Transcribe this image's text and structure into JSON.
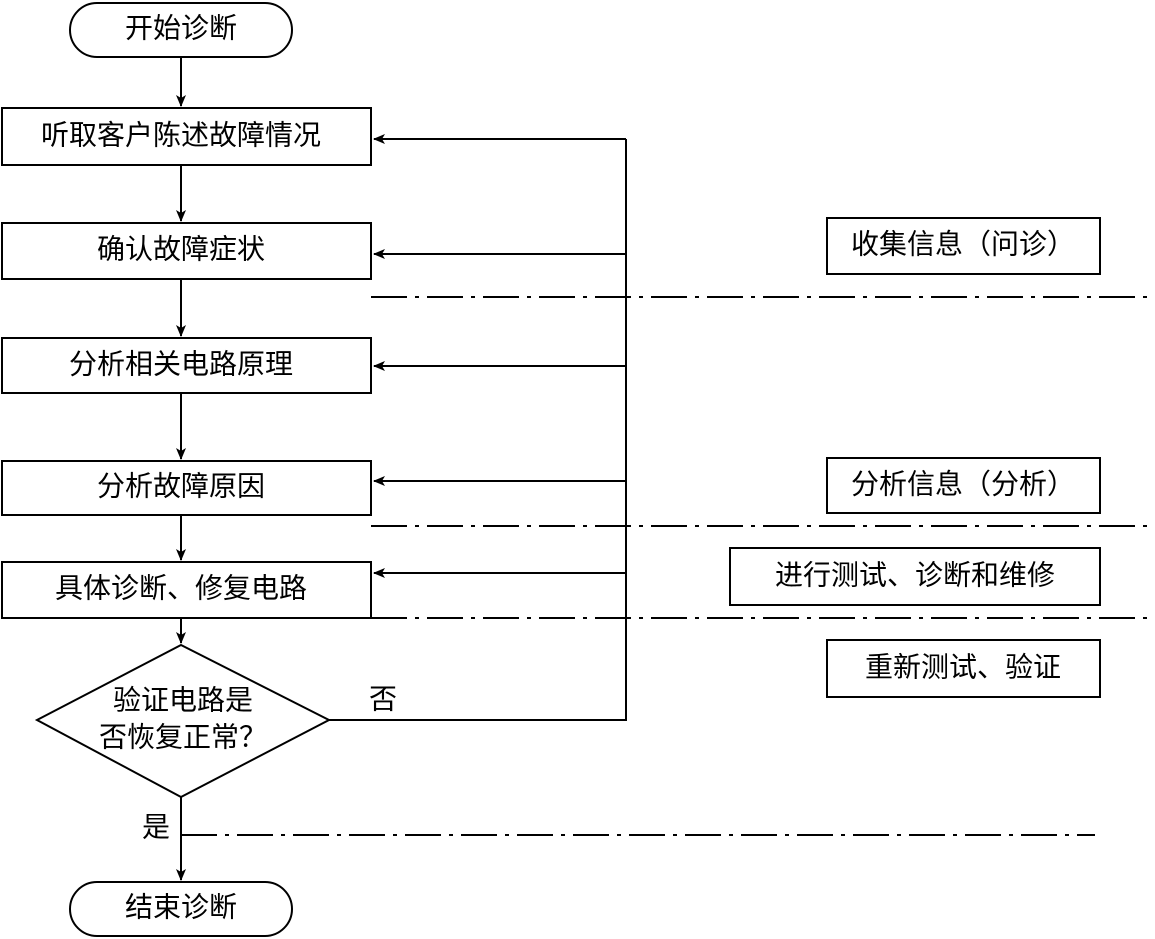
{
  "diagram": {
    "start": "开始诊断",
    "steps": [
      "听取客户陈述故障情况",
      "确认故障症状",
      "分析相关电路原理",
      "分析故障原因",
      "具体诊断、修复电路"
    ],
    "decision": {
      "line1": "验证电路是",
      "line2": "否恢复正常？",
      "no_label": "否",
      "yes_label": "是"
    },
    "end": "结束诊断",
    "phases": [
      "收集信息（问诊）",
      "分析信息（分析）",
      "进行测试、诊断和维修",
      "重新测试、验证"
    ]
  }
}
